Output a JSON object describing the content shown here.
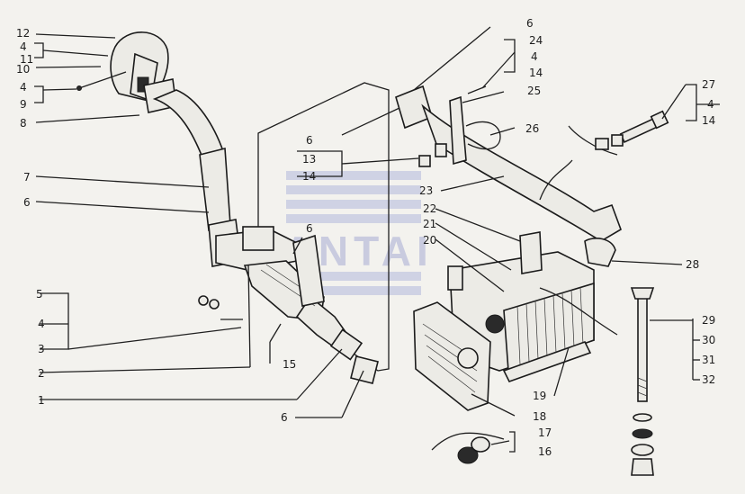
{
  "watermark": {
    "text": "SANTAI",
    "color": "#c9cbdf"
  },
  "callouts": {
    "left": [
      "12",
      "4",
      "11",
      "10",
      "4",
      "9",
      "8",
      "7",
      "6",
      "5",
      "4",
      "3",
      "2",
      "1"
    ],
    "center": [
      "6",
      "6",
      "13",
      "14",
      "15",
      "6"
    ],
    "upper": [
      "6",
      "24",
      "4",
      "14",
      "25",
      "26",
      "23",
      "22",
      "21",
      "20"
    ],
    "right": [
      "27",
      "4",
      "14",
      "28",
      "29",
      "30",
      "31",
      "32"
    ],
    "lower": [
      "19",
      "18",
      "17",
      "16"
    ]
  }
}
